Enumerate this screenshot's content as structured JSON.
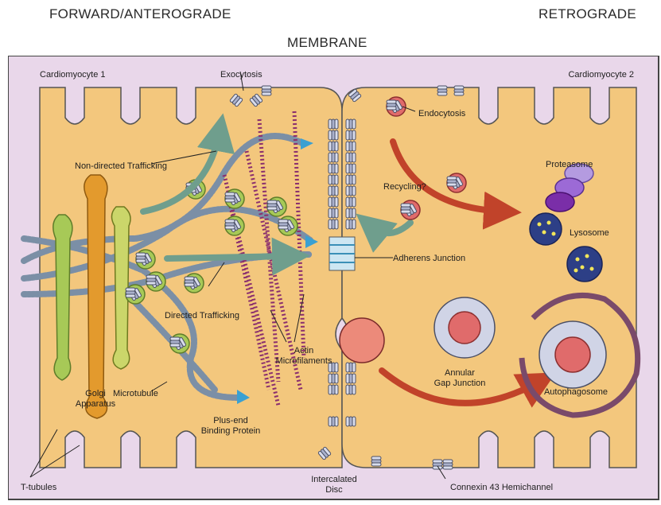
{
  "headers": {
    "forward": "FORWARD/ANTEROGRADE",
    "retrograde": "RETROGRADE",
    "membrane": "MEMBRANE"
  },
  "labels": {
    "cardiomyocyte1": "Cardiomyocyte 1",
    "cardiomyocyte2": "Cardiomyocyte 2",
    "exocytosis": "Exocytosis",
    "endocytosis": "Endocytosis",
    "non_directed": "Non-directed Trafficking",
    "recycling": "Recycling?",
    "proteasome": "Proteasome",
    "lysosome": "Lysosome",
    "adherens": "Adherens Junction",
    "directed": "Directed Trafficking",
    "actin_1": "Actin",
    "actin_2": "Microfilaments",
    "annular_1": "Annular",
    "annular_2": "Gap Junction",
    "autophagosome": "Autophagosome",
    "golgi_1": "Golgi",
    "golgi_2": "Apparatus",
    "microtubule": "Microtubule",
    "plusend_1": "Plus-end",
    "plusend_2": "Binding Protein",
    "ttubules": "T-tubules",
    "intercalated_1": "Intercalated",
    "intercalated_2": "Disc",
    "connexin": "Connexin 43 Hemichannel"
  },
  "colors": {
    "cell": "#f3c77d",
    "background": "#e9d7ea",
    "connexon": "#9aa4c0",
    "microtubule": "#7b8fa6",
    "actin": "#8a2e6e",
    "arrow_green": "#6f9e8d",
    "arrow_red": "#c1432a",
    "vesicle_green": "#a7c957",
    "golgi_orange": "#e39a2d",
    "lysosome": "#2d3f86"
  }
}
